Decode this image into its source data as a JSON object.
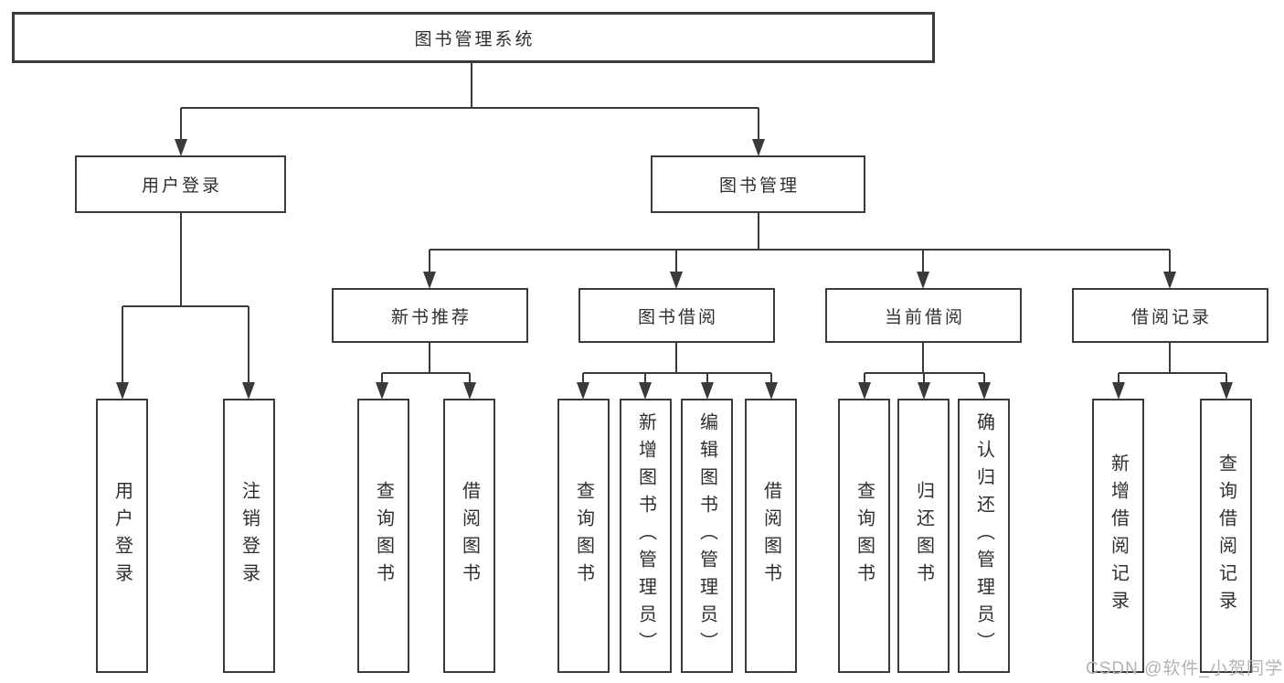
{
  "diagram": {
    "root": {
      "label": "图书管理系统"
    },
    "level2": [
      {
        "label": "用户登录"
      },
      {
        "label": "图书管理"
      }
    ],
    "level3": [
      {
        "label": "新书推荐"
      },
      {
        "label": "图书借阅"
      },
      {
        "label": "当前借阅"
      },
      {
        "label": "借阅记录"
      }
    ],
    "leaves": [
      {
        "label": "用户登录"
      },
      {
        "label": "注销登录"
      },
      {
        "label": "查询图书"
      },
      {
        "label": "借阅图书"
      },
      {
        "label": "查询图书"
      },
      {
        "label": "新增图书（管理员）"
      },
      {
        "label": "编辑图书（管理员）"
      },
      {
        "label": "借阅图书"
      },
      {
        "label": "查询图书"
      },
      {
        "label": "归还图书"
      },
      {
        "label": "确认归还（管理员）"
      },
      {
        "label": "新增借阅记录"
      },
      {
        "label": "查询借阅记录"
      }
    ]
  },
  "watermark": {
    "text": "CSDN @软件_小贺同学"
  },
  "colors": {
    "line": "#3a3a3a",
    "box_border": "#3a3a3a",
    "box_bg": "#ffffff",
    "text": "#2f2f2f",
    "watermark": "#b3b3b3",
    "background": "#ffffff"
  }
}
